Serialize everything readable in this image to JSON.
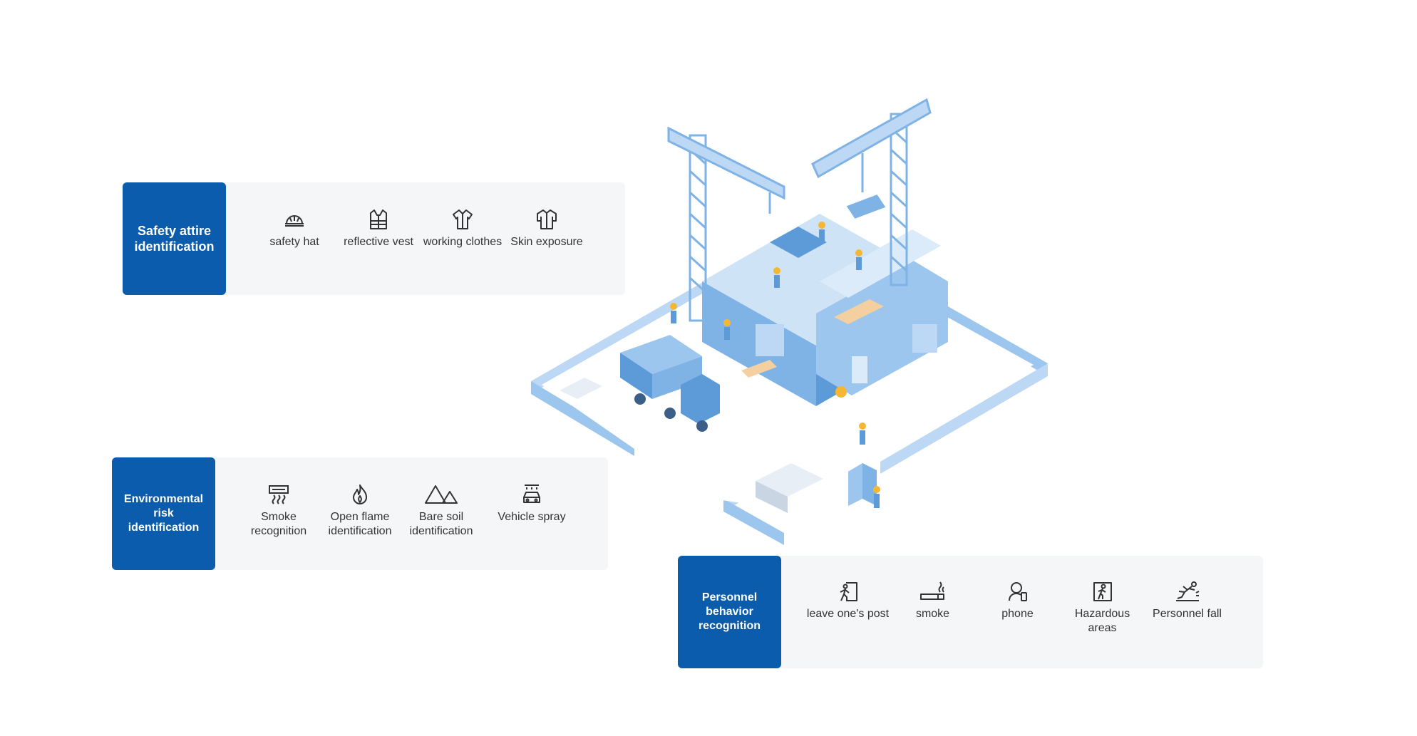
{
  "sections": [
    {
      "title": "Safety attire identification",
      "items": [
        {
          "label": "safety hat",
          "icon": "hard-hat-icon"
        },
        {
          "label": "reflective vest",
          "icon": "vest-icon"
        },
        {
          "label": "working clothes",
          "icon": "shirt-icon"
        },
        {
          "label": "Skin exposure",
          "icon": "short-sleeve-shirt-icon"
        }
      ]
    },
    {
      "title": "Environmental risk identification",
      "items": [
        {
          "label": "Smoke recognition",
          "icon": "smoke-icon"
        },
        {
          "label": "Open flame identification",
          "icon": "flame-icon"
        },
        {
          "label": "Bare soil identification",
          "icon": "mountain-icon"
        },
        {
          "label": "Vehicle spray",
          "icon": "car-spray-icon"
        }
      ]
    },
    {
      "title": "Personnel behavior recognition",
      "items": [
        {
          "label": "leave one's post",
          "icon": "exit-door-icon"
        },
        {
          "label": "smoke",
          "icon": "cigarette-icon"
        },
        {
          "label": "phone",
          "icon": "person-phone-icon"
        },
        {
          "label": "Hazardous areas",
          "icon": "hazard-person-icon"
        },
        {
          "label": "Personnel fall",
          "icon": "falling-person-icon"
        }
      ]
    }
  ],
  "colors": {
    "label_bg": "#0b5cad",
    "panel_bg": "#f5f6f8",
    "building_light": "#cfe3f7",
    "building_mid": "#9cc6ee",
    "building_dark": "#5d9bd8",
    "worker_vest": "#f5b731",
    "lumber": "#f4cfa0"
  }
}
